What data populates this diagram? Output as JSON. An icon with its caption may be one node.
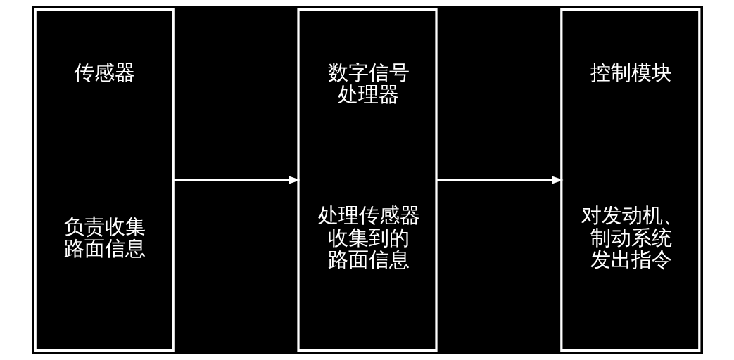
{
  "diagram": {
    "nodes": [
      {
        "text": [
          "传感器",
          "负责收集路面信息"
        ]
      },
      {
        "text": [
          "数字信号处理器",
          "处理传感器收集到的路面信息"
        ]
      },
      {
        "text": [
          "控制模块",
          "对发动机、制动系统发出指令"
        ]
      }
    ],
    "edges": [
      {
        "from": 0,
        "to": 1,
        "arrow": "to"
      },
      {
        "from": 1,
        "to": 2,
        "arrow": "to"
      }
    ]
  }
}
